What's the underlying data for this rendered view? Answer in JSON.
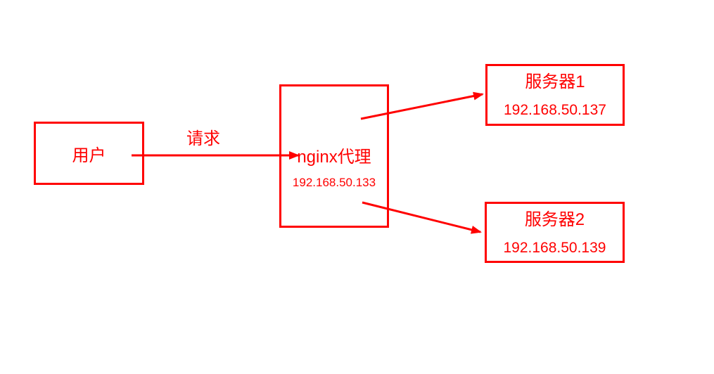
{
  "diagram": {
    "background_color": "#ffffff",
    "accent_color": "#ff0000",
    "nodes": {
      "user": {
        "label": "用户"
      },
      "nginx": {
        "label": "nginx代理",
        "ip": "192.168.50.133"
      },
      "server1": {
        "label": "服务器1",
        "ip": "192.168.50.137"
      },
      "server2": {
        "label": "服务器2",
        "ip": "192.168.50.139"
      }
    },
    "edges": {
      "user_to_nginx": {
        "label": "请求"
      },
      "nginx_to_server1": {
        "label": ""
      },
      "nginx_to_server2": {
        "label": ""
      }
    }
  }
}
